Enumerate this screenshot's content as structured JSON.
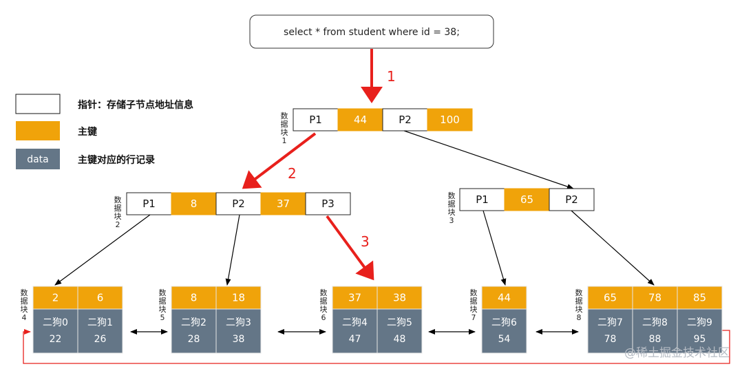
{
  "query": "select * from student where id = 38;",
  "legend": [
    {
      "swatch": "",
      "label": "指针：存储子节点地址信息"
    },
    {
      "swatch": "",
      "label": "主键"
    },
    {
      "swatch": "data",
      "label": "主键对应的行记录"
    }
  ],
  "steps": [
    "1",
    "2",
    "3"
  ],
  "nodes": {
    "root": {
      "label": [
        "数",
        "据",
        "块",
        "1"
      ],
      "cells": [
        "P1",
        "44",
        "P2",
        "100"
      ]
    },
    "b2": {
      "label": [
        "数",
        "据",
        "块",
        "2"
      ],
      "cells": [
        "P1",
        "8",
        "P2",
        "37",
        "P3"
      ]
    },
    "b3": {
      "label": [
        "数",
        "据",
        "块",
        "3"
      ],
      "cells": [
        "P1",
        "65",
        "P2"
      ]
    }
  },
  "leaves": [
    {
      "label": [
        "数",
        "据",
        "块",
        "4"
      ],
      "keys": [
        "2",
        "6"
      ],
      "rows": [
        [
          "二狗0",
          "22"
        ],
        [
          "二狗1",
          "26"
        ]
      ]
    },
    {
      "label": [
        "数",
        "据",
        "块",
        "5"
      ],
      "keys": [
        "8",
        "18"
      ],
      "rows": [
        [
          "二狗2",
          "28"
        ],
        [
          "二狗3",
          "38"
        ]
      ]
    },
    {
      "label": [
        "数",
        "据",
        "块",
        "6"
      ],
      "keys": [
        "37",
        "38"
      ],
      "rows": [
        [
          "二狗4",
          "47"
        ],
        [
          "二狗5",
          "48"
        ]
      ]
    },
    {
      "label": [
        "数",
        "据",
        "块",
        "7"
      ],
      "keys": [
        "44"
      ],
      "rows": [
        [
          "二狗6",
          "54"
        ]
      ]
    },
    {
      "label": [
        "数",
        "据",
        "块",
        "8"
      ],
      "keys": [
        "65",
        "78",
        "85"
      ],
      "rows": [
        [
          "二狗7",
          "78"
        ],
        [
          "二狗8",
          "88"
        ],
        [
          "二狗9",
          "95"
        ]
      ]
    }
  ],
  "watermark": "@稀土掘金技术社区",
  "colors": {
    "pointer": "#ffffff",
    "key": "#f0a30a",
    "data": "#647687",
    "step": "#e8201c",
    "line": "#000000"
  }
}
